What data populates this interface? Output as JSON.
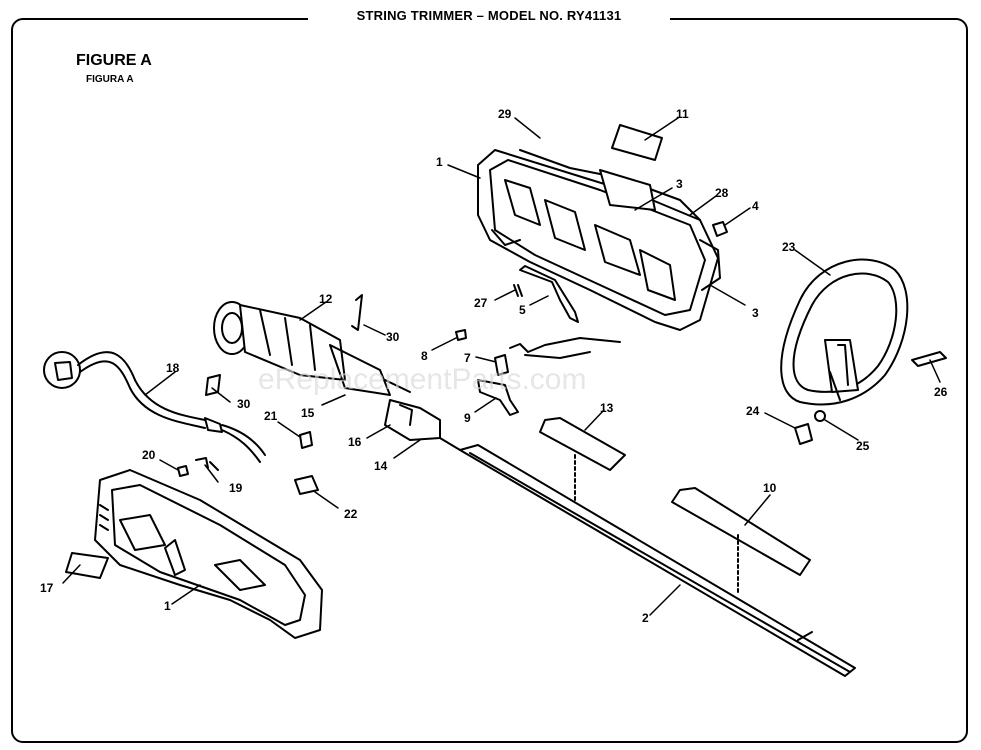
{
  "header": {
    "title": "STRING TRIMMER – MODEL NO. RY41131"
  },
  "figure": {
    "title": "FIGURE A",
    "subtitle": "FIGURA A"
  },
  "watermark": "eReplacementParts.com",
  "callouts": {
    "c1a": "1",
    "c1b": "1",
    "c2": "2",
    "c3a": "3",
    "c3b": "3",
    "c4": "4",
    "c5": "5",
    "c7": "7",
    "c8": "8",
    "c9": "9",
    "c10": "10",
    "c11": "11",
    "c12": "12",
    "c13": "13",
    "c14": "14",
    "c15": "15",
    "c16": "16",
    "c17": "17",
    "c18": "18",
    "c19": "19",
    "c20": "20",
    "c21": "21",
    "c22": "22",
    "c23": "23",
    "c24": "24",
    "c25": "25",
    "c26": "26",
    "c27": "27",
    "c28": "28",
    "c29": "29",
    "c30a": "30",
    "c30b": "30"
  }
}
